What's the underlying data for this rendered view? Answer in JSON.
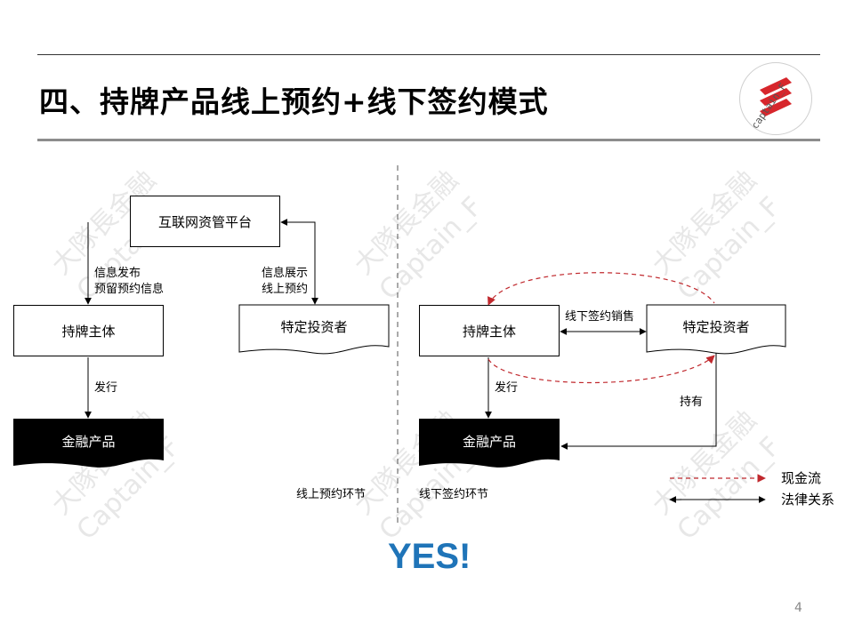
{
  "header": {
    "title": "四、持牌产品线上预约+线下签约模式",
    "logo_text": "captain_F",
    "logo_color": "#d7262c"
  },
  "left": {
    "platform": "互联网资管平台",
    "issuer": "持牌主体",
    "investor": "特定投资者",
    "product": "金融产品",
    "label_publish": "信息发布",
    "label_reserve": "预留预约信息",
    "label_display": "信息展示",
    "label_online": "线上预约",
    "label_issue": "发行",
    "section": "线上预约环节"
  },
  "right": {
    "issuer": "持牌主体",
    "investor": "特定投资者",
    "product": "金融产品",
    "label_sales": "线下签约销售",
    "label_issue": "发行",
    "label_hold": "持有",
    "section": "线下签约环节"
  },
  "legend": {
    "cash_flow": "现金流",
    "legal": "法律关系",
    "cash_flow_color": "#c0282d"
  },
  "watermark": {
    "line1": "大隊長金融",
    "line2": "Captain_F"
  },
  "yes": "YES!",
  "page_number": "4"
}
